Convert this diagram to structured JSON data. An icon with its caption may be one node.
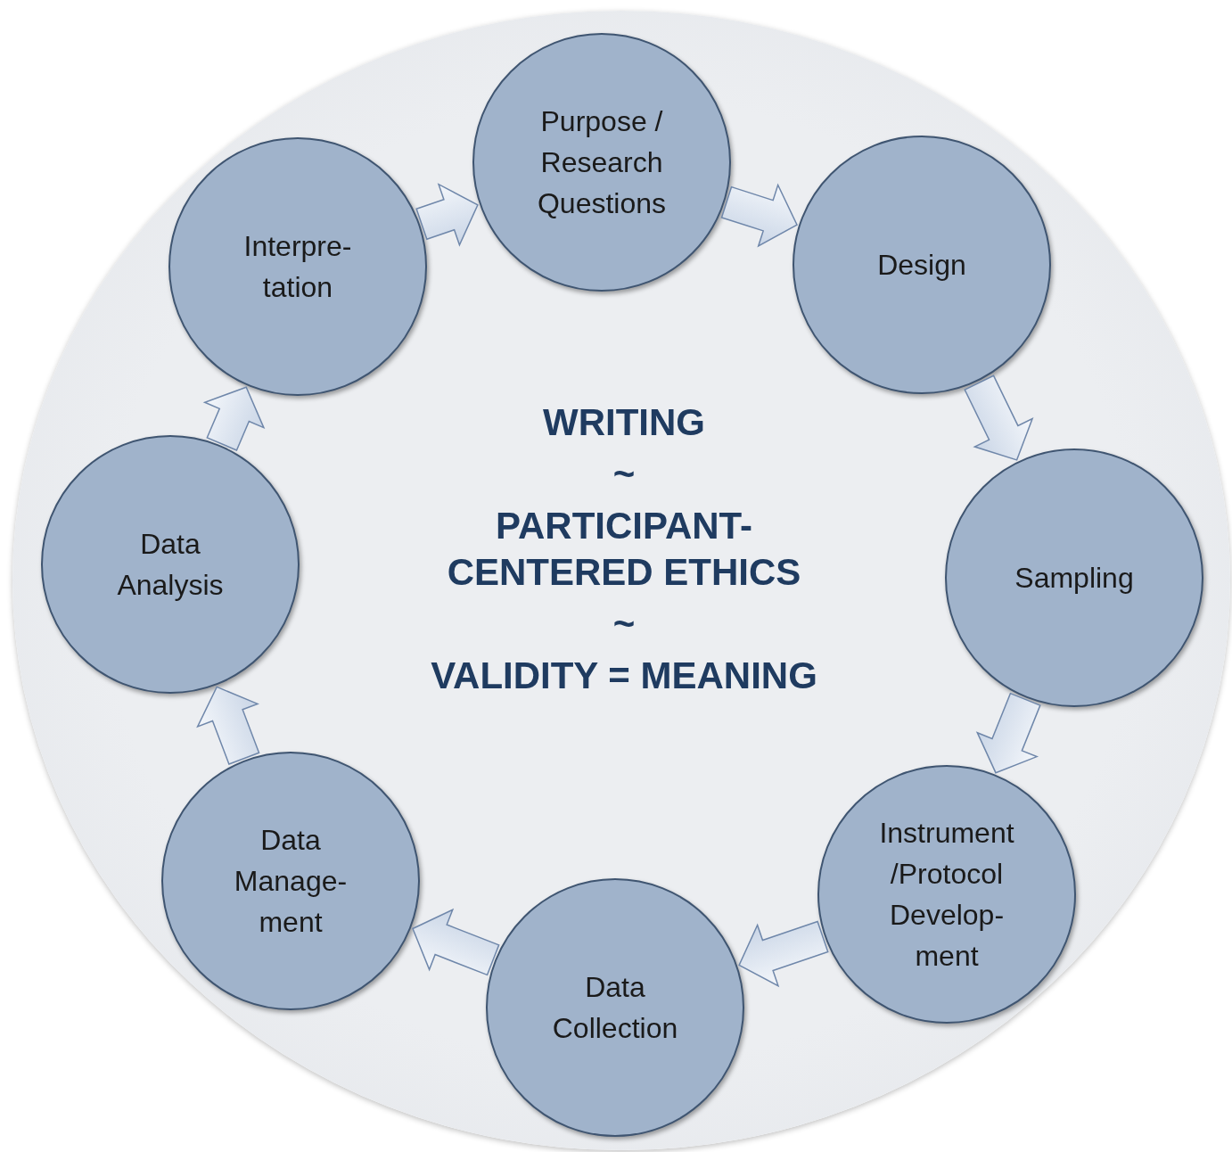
{
  "diagram": {
    "nodes": [
      {
        "text": [
          "WRITING",
          "~",
          "PARTICIPANT-CENTERED ETHICS",
          "~",
          "VALIDITY = MEANING"
        ]
      },
      {
        "text": [
          "Purpose / Research Questions"
        ],
        "in": 0
      },
      {
        "text": [
          "Design"
        ],
        "in": 0
      },
      {
        "text": [
          "Sampling"
        ],
        "in": 0
      },
      {
        "text": [
          "Instrument /Protocol Develop-ment"
        ],
        "in": 0
      },
      {
        "text": [
          "Data Collection"
        ],
        "in": 0
      },
      {
        "text": [
          "Data Manage-ment"
        ],
        "in": 0
      },
      {
        "text": [
          "Data Analysis"
        ],
        "in": 0
      },
      {
        "text": [
          "Interpre-tation"
        ],
        "in": 0
      }
    ],
    "edges": [
      {
        "from": 1,
        "to": 2,
        "arrow": "to"
      },
      {
        "from": 2,
        "to": 3,
        "arrow": "to"
      },
      {
        "from": 3,
        "to": 4,
        "arrow": "to"
      },
      {
        "from": 4,
        "to": 5,
        "arrow": "to"
      },
      {
        "from": 5,
        "to": 6,
        "arrow": "to"
      },
      {
        "from": 6,
        "to": 7,
        "arrow": "to"
      },
      {
        "from": 7,
        "to": 8,
        "arrow": "to"
      },
      {
        "from": 8,
        "to": 1,
        "arrow": "to"
      }
    ]
  }
}
